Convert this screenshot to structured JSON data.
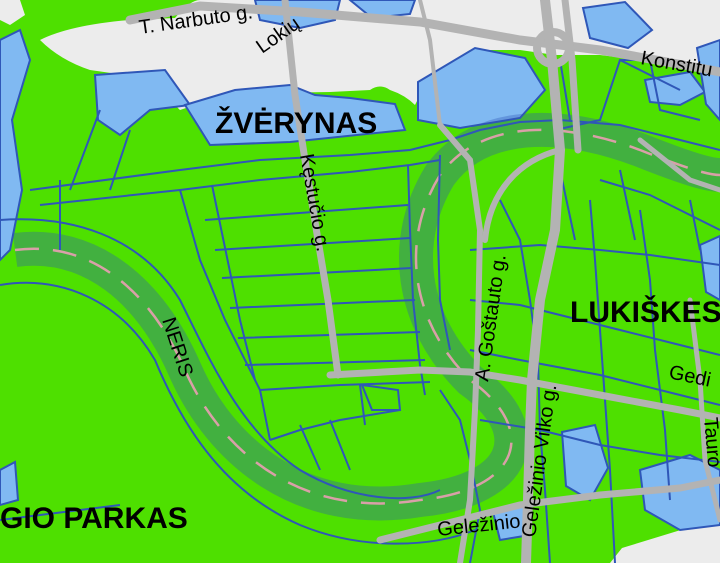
{
  "map": {
    "districts": {
      "zverynas": "ŽVĖRYNAS",
      "lukiskes": "LUKIŠKES",
      "park": "GIO PARKAS"
    },
    "streets": {
      "narbuto": "T. Narbuto g.",
      "lokiu": "Lokių",
      "konstitucijos": "Konstitu",
      "kestucio": "Kęstučio g.",
      "gostauto": "A. Goštauto g.",
      "vilko": "Geležinio Vilko g.",
      "gedimino": "Gedi",
      "tauro": "Tauro",
      "gelezinio": "Geležinio"
    },
    "river": "NERIS",
    "colors": {
      "park_green": "#4ee000",
      "water_blue": "#80b9f2",
      "block_outline": "#2f57b8",
      "road_gray": "#b3b3b3",
      "urban_gray": "#ececec"
    }
  }
}
